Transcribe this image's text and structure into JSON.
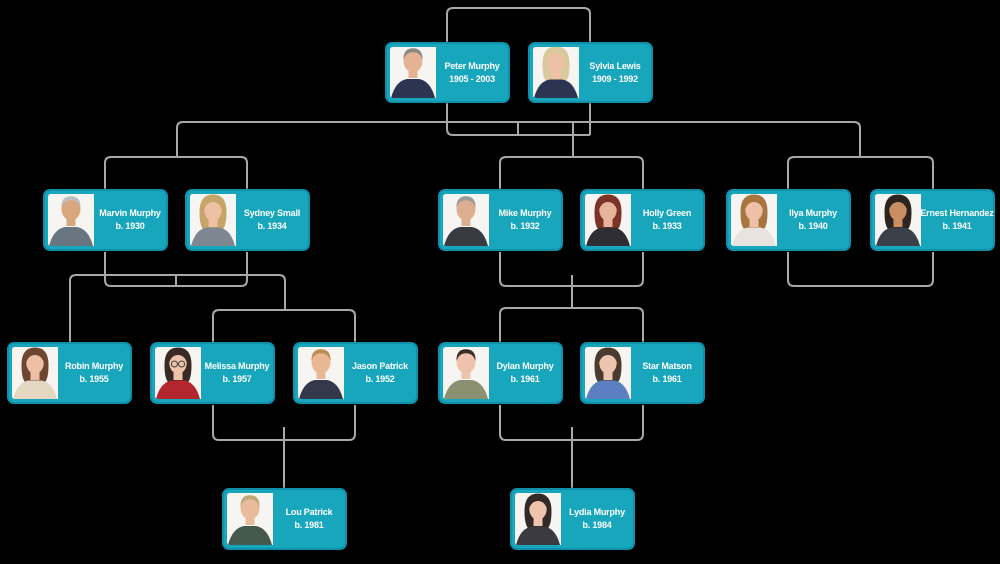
{
  "diagram": {
    "type": "family-tree",
    "background_color": "#000000",
    "card_color": "#18A6BC",
    "card_border_color": "#0F8FA9",
    "photo_background": "#FFFFFF",
    "connector_color": "#A8A8A8",
    "text_color": "#FFFFFF"
  },
  "people": [
    {
      "name": "Peter Murphy",
      "years": "1905 - 2003",
      "avatar": {
        "style": "m",
        "hair": "#8f8a85",
        "skin": "#e6b294",
        "shirt": "#2b3450"
      }
    },
    {
      "name": "Sylvia Lewis",
      "years": "1909 - 1992",
      "avatar": {
        "style": "f",
        "hair": "#d9c99c",
        "skin": "#eec0a8",
        "shirt": "#2b3450"
      }
    },
    {
      "name": "Marvin Murphy",
      "years": "b. 1930",
      "avatar": {
        "style": "m",
        "hair": "#bdbdbd",
        "skin": "#d9a77e",
        "shirt": "#6a7582"
      }
    },
    {
      "name": "Sydney Small",
      "years": "b. 1934",
      "avatar": {
        "style": "f",
        "hair": "#c7a469",
        "skin": "#eec0a4",
        "shirt": "#7d8691"
      }
    },
    {
      "name": "Mike Murphy",
      "years": "b. 1932",
      "avatar": {
        "style": "m",
        "hair": "#9a9a9a",
        "skin": "#dcae92",
        "shirt": "#3a3a42"
      }
    },
    {
      "name": "Holly Green",
      "years": "b. 1933",
      "avatar": {
        "style": "f",
        "hair": "#7a3326",
        "skin": "#e7b49b",
        "shirt": "#2e2e34"
      }
    },
    {
      "name": "Ilya Murphy",
      "years": "b. 1940",
      "avatar": {
        "style": "f",
        "hair": "#a8743f",
        "skin": "#eec0a6",
        "shirt": "#e9e3df"
      }
    },
    {
      "name": "Ernest Hernandez",
      "years": "b. 1941",
      "avatar": {
        "style": "f",
        "hair": "#2d2420",
        "skin": "#c98e62",
        "shirt": "#3b3f48"
      }
    },
    {
      "name": "Robin Murphy",
      "years": "b. 1955",
      "avatar": {
        "style": "f",
        "hair": "#6e4632",
        "skin": "#edc0a6",
        "shirt": "#e4d8c2"
      }
    },
    {
      "name": "Melissa Murphy",
      "years": "b. 1957",
      "avatar": {
        "style": "f",
        "hair": "#3a2a26",
        "skin": "#edc3ab",
        "shirt": "#b32630",
        "glasses": true
      }
    },
    {
      "name": "Jason Patrick",
      "years": "b. 1952",
      "avatar": {
        "style": "m",
        "hair": "#b98f57",
        "skin": "#e9b793",
        "shirt": "#33384a"
      }
    },
    {
      "name": "Dylan Murphy",
      "years": "b. 1961",
      "avatar": {
        "style": "m",
        "hair": "#3a2e26",
        "skin": "#edc3ae",
        "shirt": "#8a9070"
      }
    },
    {
      "name": "Star Matson",
      "years": "b. 1961",
      "avatar": {
        "style": "f",
        "hair": "#4a3a30",
        "skin": "#eec6b0",
        "shirt": "#5b7fc0"
      }
    },
    {
      "name": "Lou Patrick",
      "years": "b. 1981",
      "avatar": {
        "style": "m",
        "hair": "#c3a875",
        "skin": "#e7bb9c",
        "shirt": "#44584c"
      }
    },
    {
      "name": "Lydia Murphy",
      "years": "b. 1984",
      "avatar": {
        "style": "f",
        "hair": "#332a28",
        "skin": "#eec4ac",
        "shirt": "#3a3a40"
      }
    }
  ],
  "unions": [
    {
      "partners": [
        "Peter Murphy",
        "Sylvia Lewis"
      ],
      "children": [
        "Marvin Murphy",
        "Mike Murphy",
        "Ilya Murphy"
      ]
    },
    {
      "partners": [
        "Marvin Murphy",
        "Sydney Small"
      ],
      "children": [
        "Robin Murphy",
        "Melissa Murphy"
      ]
    },
    {
      "partners": [
        "Mike Murphy",
        "Holly Green"
      ],
      "children": [
        "Dylan Murphy"
      ]
    },
    {
      "partners": [
        "Ilya Murphy",
        "Ernest Hernandez"
      ],
      "children": []
    },
    {
      "partners": [
        "Melissa Murphy",
        "Jason Patrick"
      ],
      "children": [
        "Lou Patrick"
      ]
    },
    {
      "partners": [
        "Dylan Murphy",
        "Star Matson"
      ],
      "children": [
        "Lydia Murphy"
      ]
    }
  ]
}
